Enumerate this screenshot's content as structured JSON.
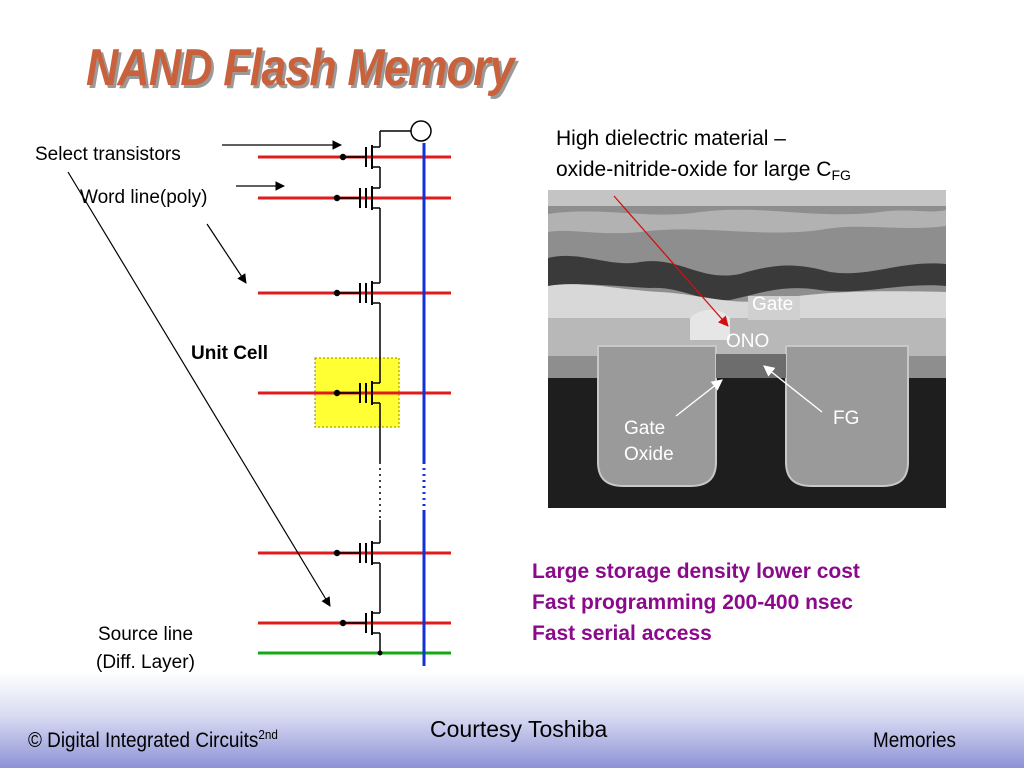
{
  "slide": {
    "title": "NAND Flash Memory"
  },
  "schematic": {
    "labels": {
      "select": "Select transistors",
      "word": "Word line(poly)",
      "unit": "Unit Cell",
      "source_line": "Source line",
      "source_layer": "(Diff. Layer)"
    },
    "colors": {
      "word_line": "#e01b1b",
      "bit_line": "#1530d8",
      "source_line": "#14a814",
      "unit_cell_fill": "#ffff33"
    }
  },
  "micrograph": {
    "caption_line1": "High dielectric material –",
    "caption_line2_main": "oxide-nitride-oxide for large C",
    "caption_line2_sub": "FG",
    "labels": {
      "gate": "Gate",
      "ono": "ONO",
      "fg": "FG",
      "gate_oxide_1": "Gate",
      "gate_oxide_2": "Oxide"
    }
  },
  "notes": [
    "Large storage density lower cost",
    "Fast programming 200-400 nsec",
    "Fast serial access"
  ],
  "footer": {
    "left_main": "© Digital Integrated Circuits",
    "left_sup": "2nd",
    "center": "Courtesy Toshiba",
    "right": "Memories"
  }
}
